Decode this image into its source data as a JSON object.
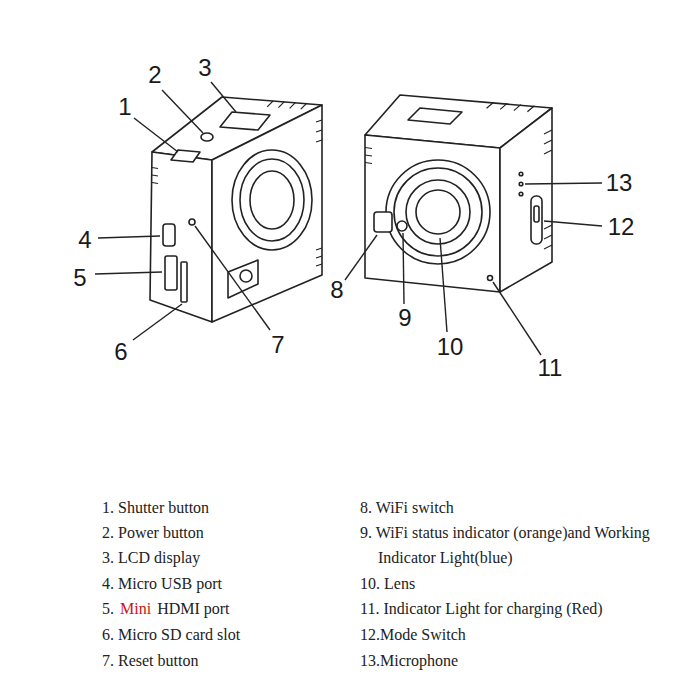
{
  "diagram": {
    "labels": [
      "1",
      "2",
      "3",
      "4",
      "5",
      "6",
      "7",
      "8",
      "9",
      "10",
      "11",
      "12",
      "13",
      "1. Shutter button",
      "2. Power button",
      "3. LCD display",
      "4. Micro USB port",
      "5.",
      "Mini",
      "HDMI port",
      "6. Micro SD card slot",
      "7. Reset button",
      "8. WiFi switch",
      "9. WiFi status indicator (orange)and Working Indicator Light(blue)",
      "10. Lens",
      "11. Indicator Light for charging (Red)",
      "12.Mode Switch",
      "13.Microphone"
    ]
  }
}
